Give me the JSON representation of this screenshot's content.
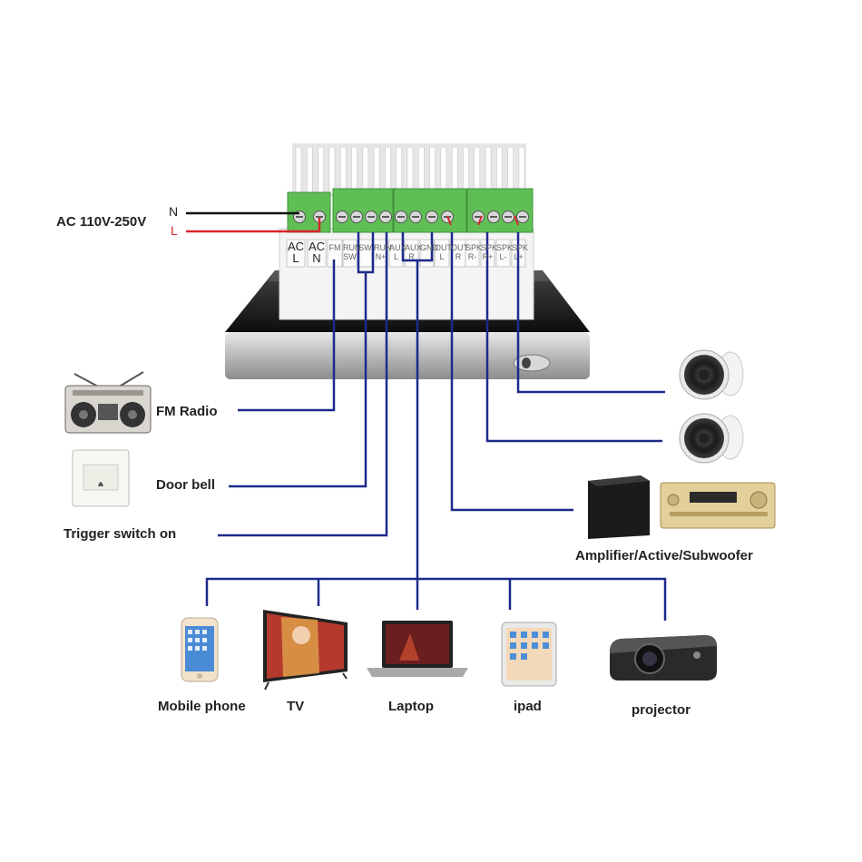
{
  "power": {
    "title": "AC 110V-250V",
    "n_label": "N",
    "l_label": "L"
  },
  "terminals": [
    {
      "top": "AC",
      "bottom": "L"
    },
    {
      "top": "AC",
      "bottom": "N"
    },
    {
      "top": "FM",
      "bottom": ""
    },
    {
      "top": "RUN",
      "bottom": "SW"
    },
    {
      "top": "SW",
      "bottom": ""
    },
    {
      "top": "RUN",
      "bottom": "N+"
    },
    {
      "top": "AUX",
      "bottom": "L"
    },
    {
      "top": "AUX",
      "bottom": "R"
    },
    {
      "top": "GND",
      "bottom": ""
    },
    {
      "top": "OUT",
      "bottom": "L"
    },
    {
      "top": "OUT",
      "bottom": "R"
    },
    {
      "top": "SPK",
      "bottom": "R-"
    },
    {
      "top": "SPK",
      "bottom": "R+"
    },
    {
      "top": "SPK",
      "bottom": "L-"
    },
    {
      "top": "SPK",
      "bottom": "L+"
    }
  ],
  "devices": {
    "fm_radio": "FM Radio",
    "door_bell": "Door bell",
    "trigger": "Trigger switch on",
    "amplifier": "Amplifier/Active/Subwoofer",
    "mobile": "Mobile phone",
    "tv": "TV",
    "laptop": "Laptop",
    "ipad": "ipad",
    "projector": "projector"
  },
  "colors": {
    "wire": "#1d2a8c",
    "live": "#d8262b",
    "neutral": "#111111",
    "terminal_green": "#5fbf55"
  }
}
